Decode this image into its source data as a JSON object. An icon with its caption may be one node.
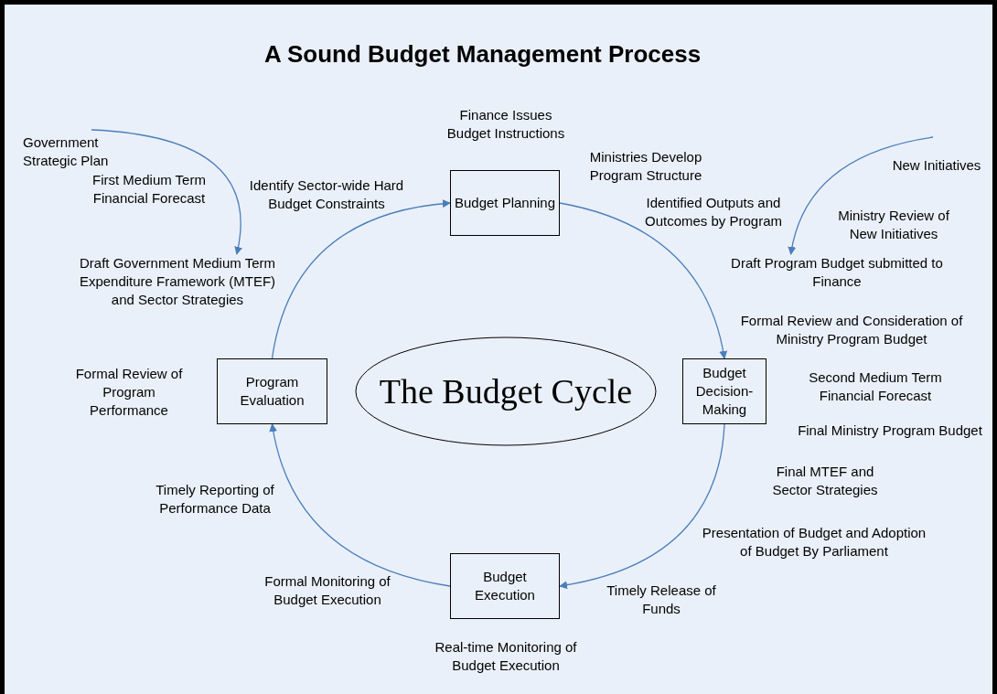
{
  "diagram": {
    "title": "A Sound Budget Management Process",
    "nodes": [
      {
        "text": [
          "Budget Planning"
        ]
      },
      {
        "text": [
          "Draft Government Medium Term Expenditure Framework (MTEF) and Sector Strategies"
        ]
      },
      {
        "text": [
          "Draft Program Budget  submitted to Finance"
        ]
      },
      {
        "text": [
          "Program Evaluation"
        ]
      },
      {
        "text": [
          "The Budget Cycle"
        ]
      },
      {
        "text": [
          "Budget Decision-Making"
        ]
      },
      {
        "text": [
          "Budget Execution"
        ]
      }
    ],
    "edges": [
      {
        "from": 0,
        "to": 5,
        "arrow": "to"
      },
      {
        "from": 5,
        "to": 6,
        "arrow": "to"
      },
      {
        "from": 6,
        "to": 3,
        "arrow": "to"
      },
      {
        "from": 3,
        "to": 0,
        "arrow": "to"
      },
      {
        "from": null,
        "to": 1,
        "arrow": "to"
      },
      {
        "from": null,
        "to": 2,
        "arrow": "to"
      }
    ],
    "labels": [
      "Finance Issues Budget Instructions",
      "Ministries Develop Program Structure",
      "Government Strategic Plan",
      "New Initiatives",
      "Identify Sector-wide Hard Budget Constraints",
      "First Medium Term Financial Forecast",
      "Identified Outputs and Outcomes by Program",
      "Ministry Review of New Initiatives",
      "Formal Review and Consideration of Ministry Program Budget",
      "Second Medium Term Financial Forecast",
      "Formal Review of Program Performance",
      "Final Ministry Program Budget",
      "Final MTEF and Sector Strategies",
      "Timely Reporting of Performance Data",
      "Presentation of Budget and Adoption of Budget By Parliament",
      "Formal Monitoring of Budget Execution",
      "Timely Release of Funds",
      "Real-time Monitoring of Budget Execution"
    ]
  }
}
